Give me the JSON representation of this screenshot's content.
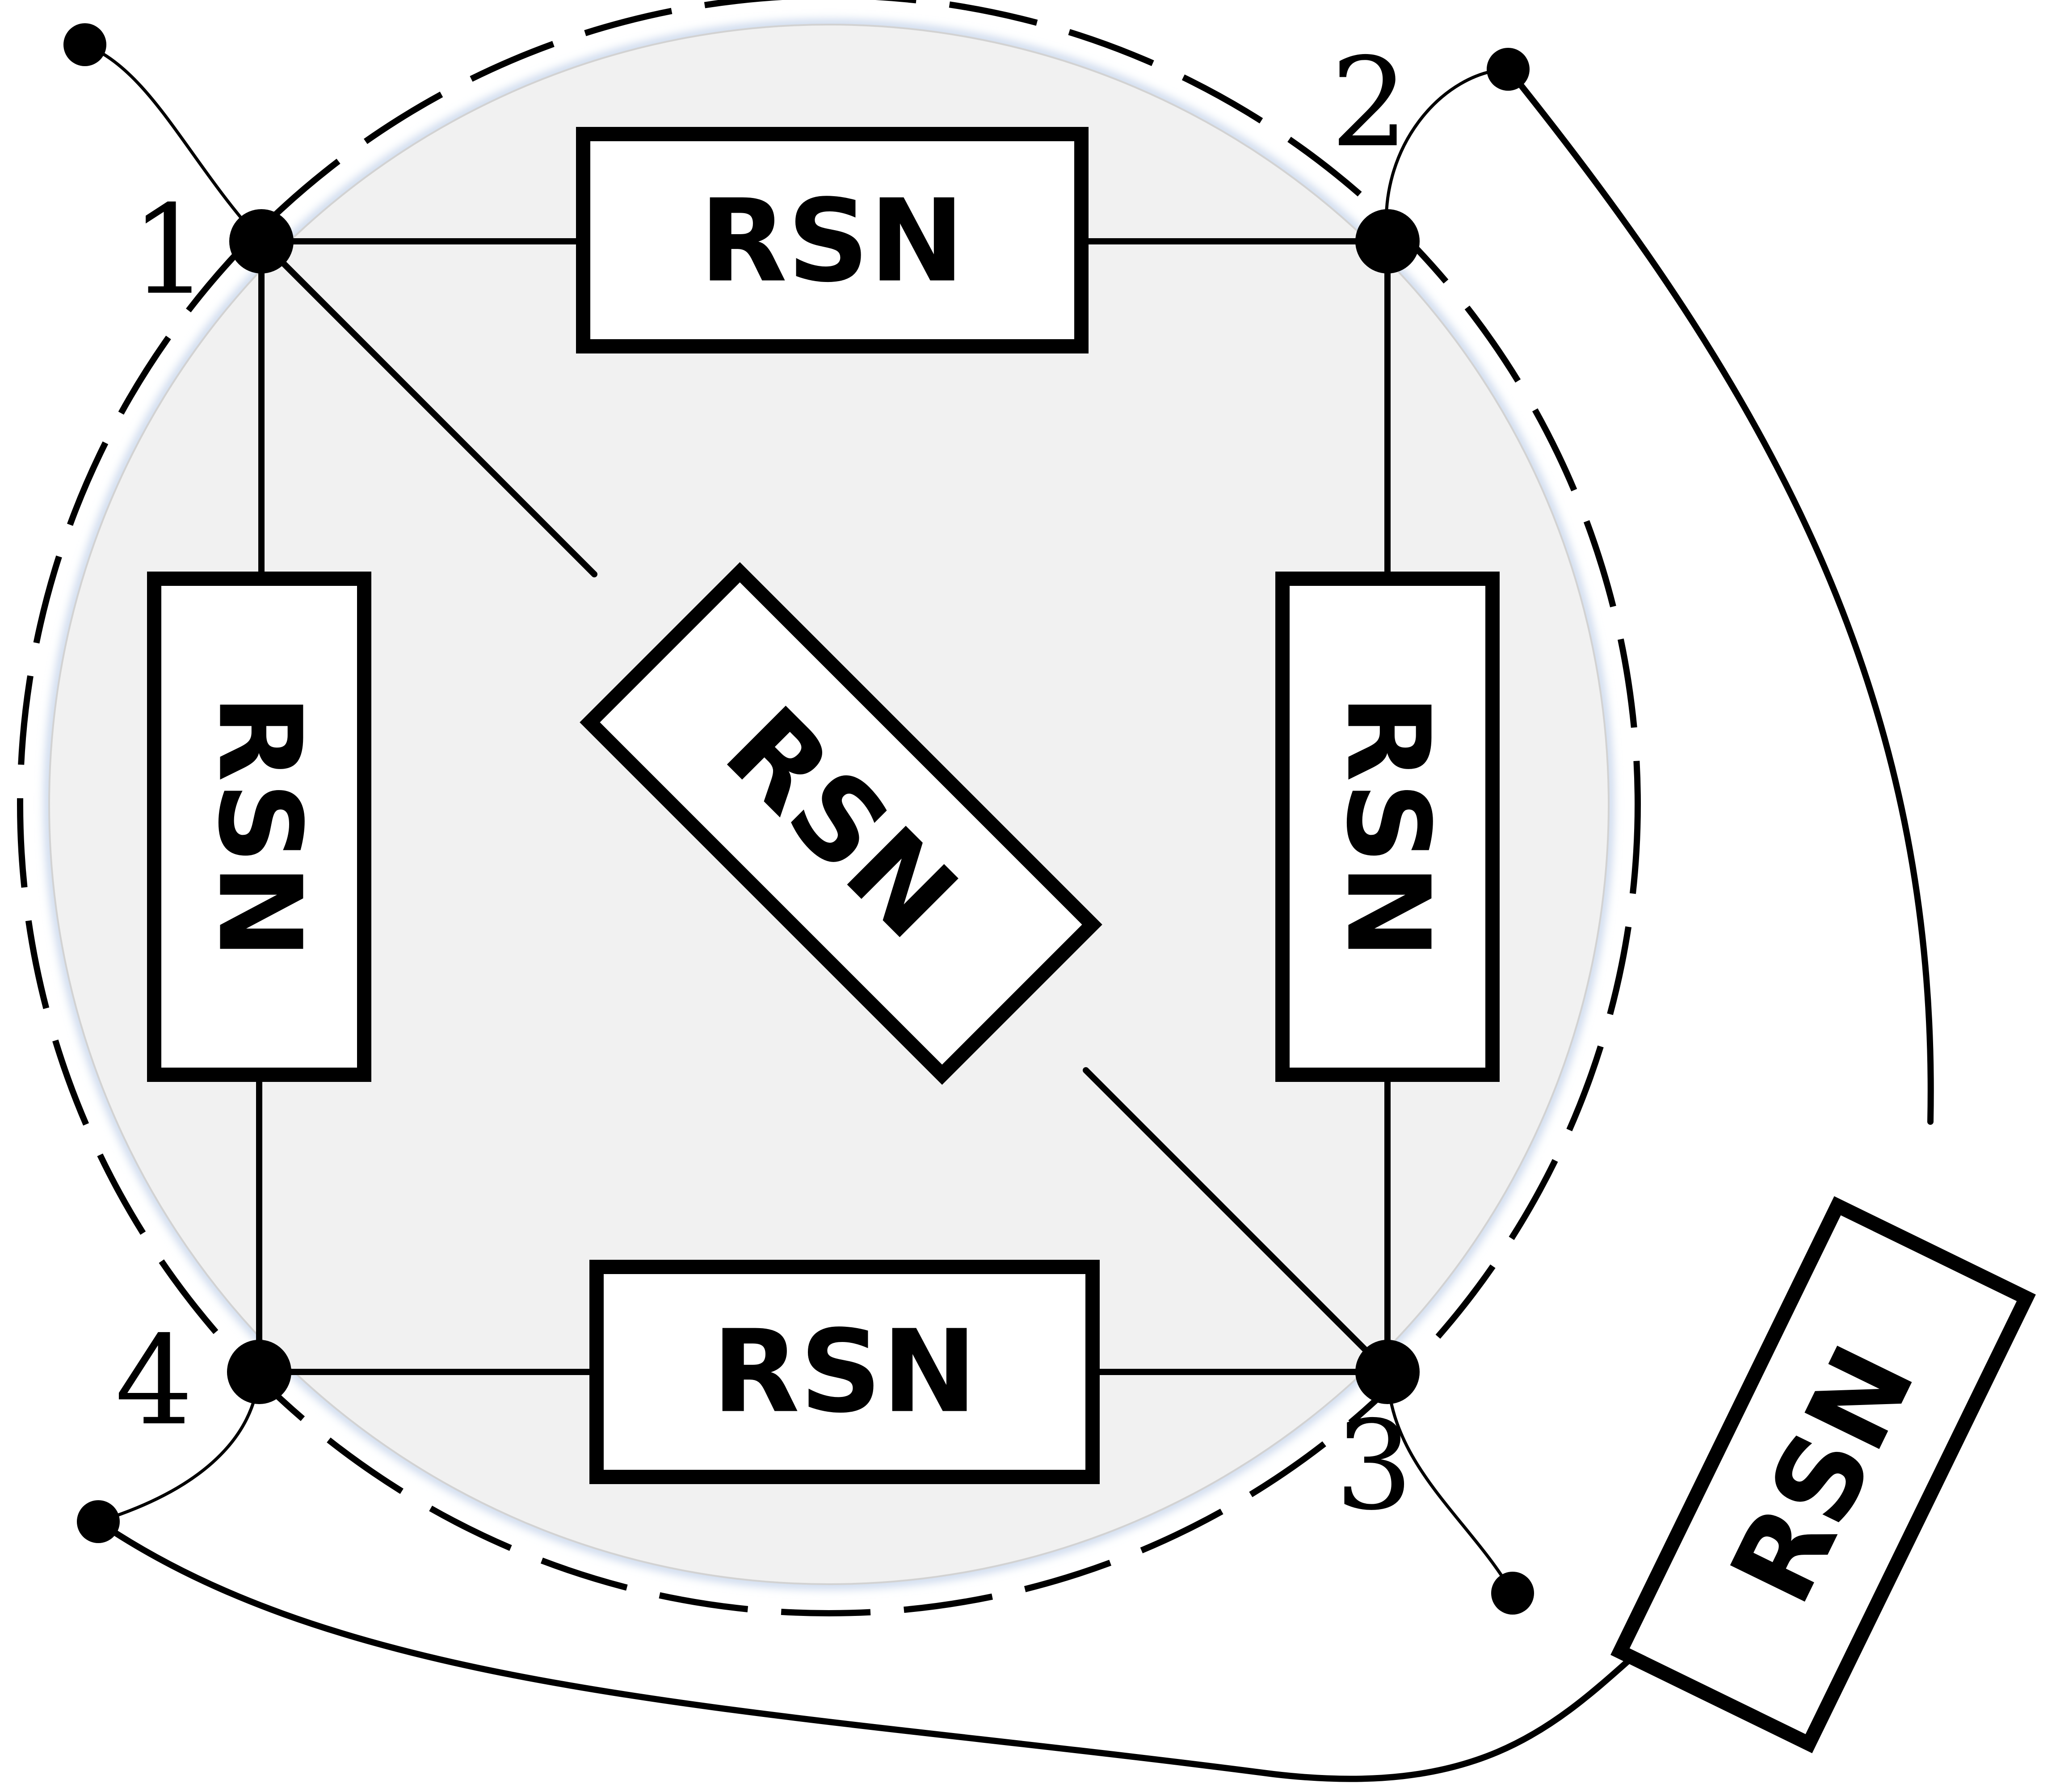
{
  "colors": {
    "background": "#ffffff",
    "circle_fill": "#f1f1f1",
    "line": "#000000"
  },
  "nodes": [
    {
      "id": "node-1",
      "label": "1"
    },
    {
      "id": "node-2",
      "label": "2"
    },
    {
      "id": "node-3",
      "label": "3"
    },
    {
      "id": "node-4",
      "label": "4"
    }
  ],
  "components": [
    {
      "id": "rsn-1-2",
      "label": "RSN",
      "connects": [
        "1",
        "2"
      ]
    },
    {
      "id": "rsn-1-4",
      "label": "RSN",
      "connects": [
        "1",
        "4"
      ]
    },
    {
      "id": "rsn-1-3",
      "label": "RSN",
      "connects": [
        "1",
        "3"
      ]
    },
    {
      "id": "rsn-2-3",
      "label": "RSN",
      "connects": [
        "2",
        "3"
      ]
    },
    {
      "id": "rsn-4-3",
      "label": "RSN",
      "connects": [
        "4",
        "3"
      ]
    },
    {
      "id": "rsn-external",
      "label": "RSN",
      "connects": [
        "2",
        "4"
      ]
    }
  ]
}
